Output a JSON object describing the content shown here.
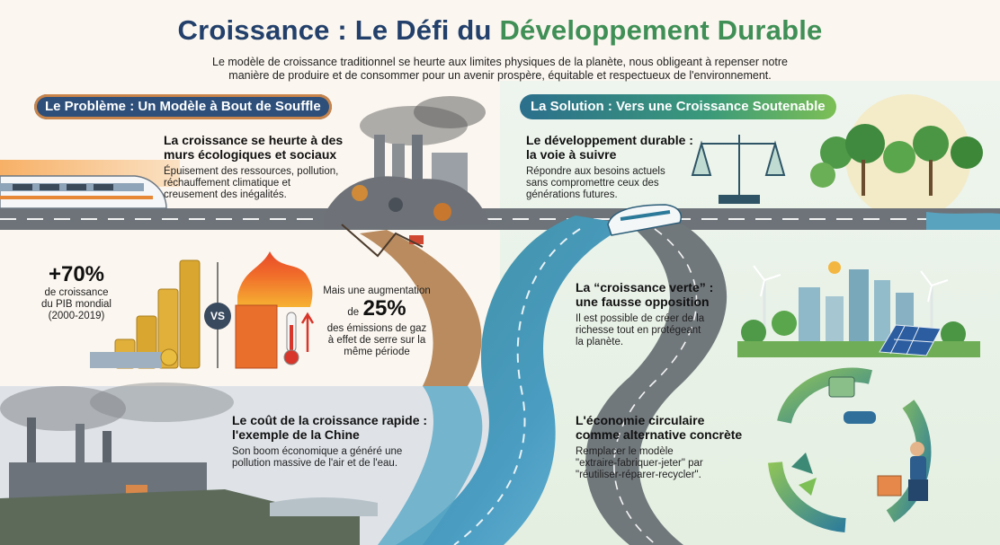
{
  "title": {
    "part1": "Croissance : Le Défi du ",
    "part2": "Développement Durable"
  },
  "subtitle": {
    "line1": "Le modèle de croissance traditionnel se heurte aux limites physiques de la planète, nous obligeant à repenser notre",
    "line2": "manière de produire et de consommer pour un avenir prospère, équitable et respectueux de l'environnement."
  },
  "problem": {
    "label": "Le Problème : Un Modèle à Bout de Souffle",
    "walls": {
      "heading_line1": "La croissance se heurte à des",
      "heading_line2": "murs écologiques et sociaux",
      "text_line1": "Épuisement des ressources, pollution,",
      "text_line2": "réchauffement climatique et",
      "text_line3": "creusement des inégalités."
    },
    "stats": {
      "gdp_value": "+70%",
      "gdp_line1": "de croissance",
      "gdp_line2": "du PIB mondial",
      "gdp_line3": "(2000-2019)",
      "vs": "VS",
      "emissions_intro": "Mais une augmentation",
      "emissions_de": "de",
      "emissions_value": "25%",
      "emissions_line1": "des émissions de gaz",
      "emissions_line2": "à effet de serre sur la",
      "emissions_line3": "même période"
    },
    "china": {
      "heading_line1": "Le coût de la croissance rapide :",
      "heading_line2": "l'exemple de la Chine",
      "text_line1": "Son boom économique a généré une",
      "text_line2": "pollution massive de l'air et de l'eau."
    }
  },
  "solution": {
    "label": "La Solution : Vers une Croissance Soutenable",
    "sustainable": {
      "heading_line1": "Le développement durable :",
      "heading_line2": "la voie à suivre",
      "text_line1": "Répondre aux besoins actuels",
      "text_line2": "sans compromettre ceux des",
      "text_line3": "générations futures."
    },
    "green": {
      "heading_line1": "La “croissance verte” :",
      "heading_line2": "une fausse opposition",
      "text_line1": "Il est possible de créer de la",
      "text_line2": "richesse tout en protégeant",
      "text_line3": "la planète."
    },
    "circular": {
      "heading_line1": "L'économie circulaire",
      "heading_line2": "comme alternative concrète",
      "text_line1": "Remplacer le modèle",
      "text_line2": "\"extraire-fabriquer-jeter\" par",
      "text_line3": "\"réutiliser-réparer-recycler\"."
    }
  },
  "icons": [
    "train-icon",
    "factory-ruins-icon",
    "coins-icon",
    "fire-icon",
    "thermometer-icon",
    "balance-scale-icon",
    "forest-icon",
    "bullet-train-icon",
    "wind-turbine-icon",
    "solar-panel-icon",
    "recycle-icon",
    "battery-icon",
    "worker-icon",
    "smokestack-icon"
  ],
  "colors": {
    "title_blue": "#22406b",
    "title_green": "#3f8f56",
    "problem_pill": "#2d4f7a",
    "accent_orange": "#c8844a",
    "road_blue": "#3b8ab0",
    "solution_green": "#7cbf55"
  }
}
